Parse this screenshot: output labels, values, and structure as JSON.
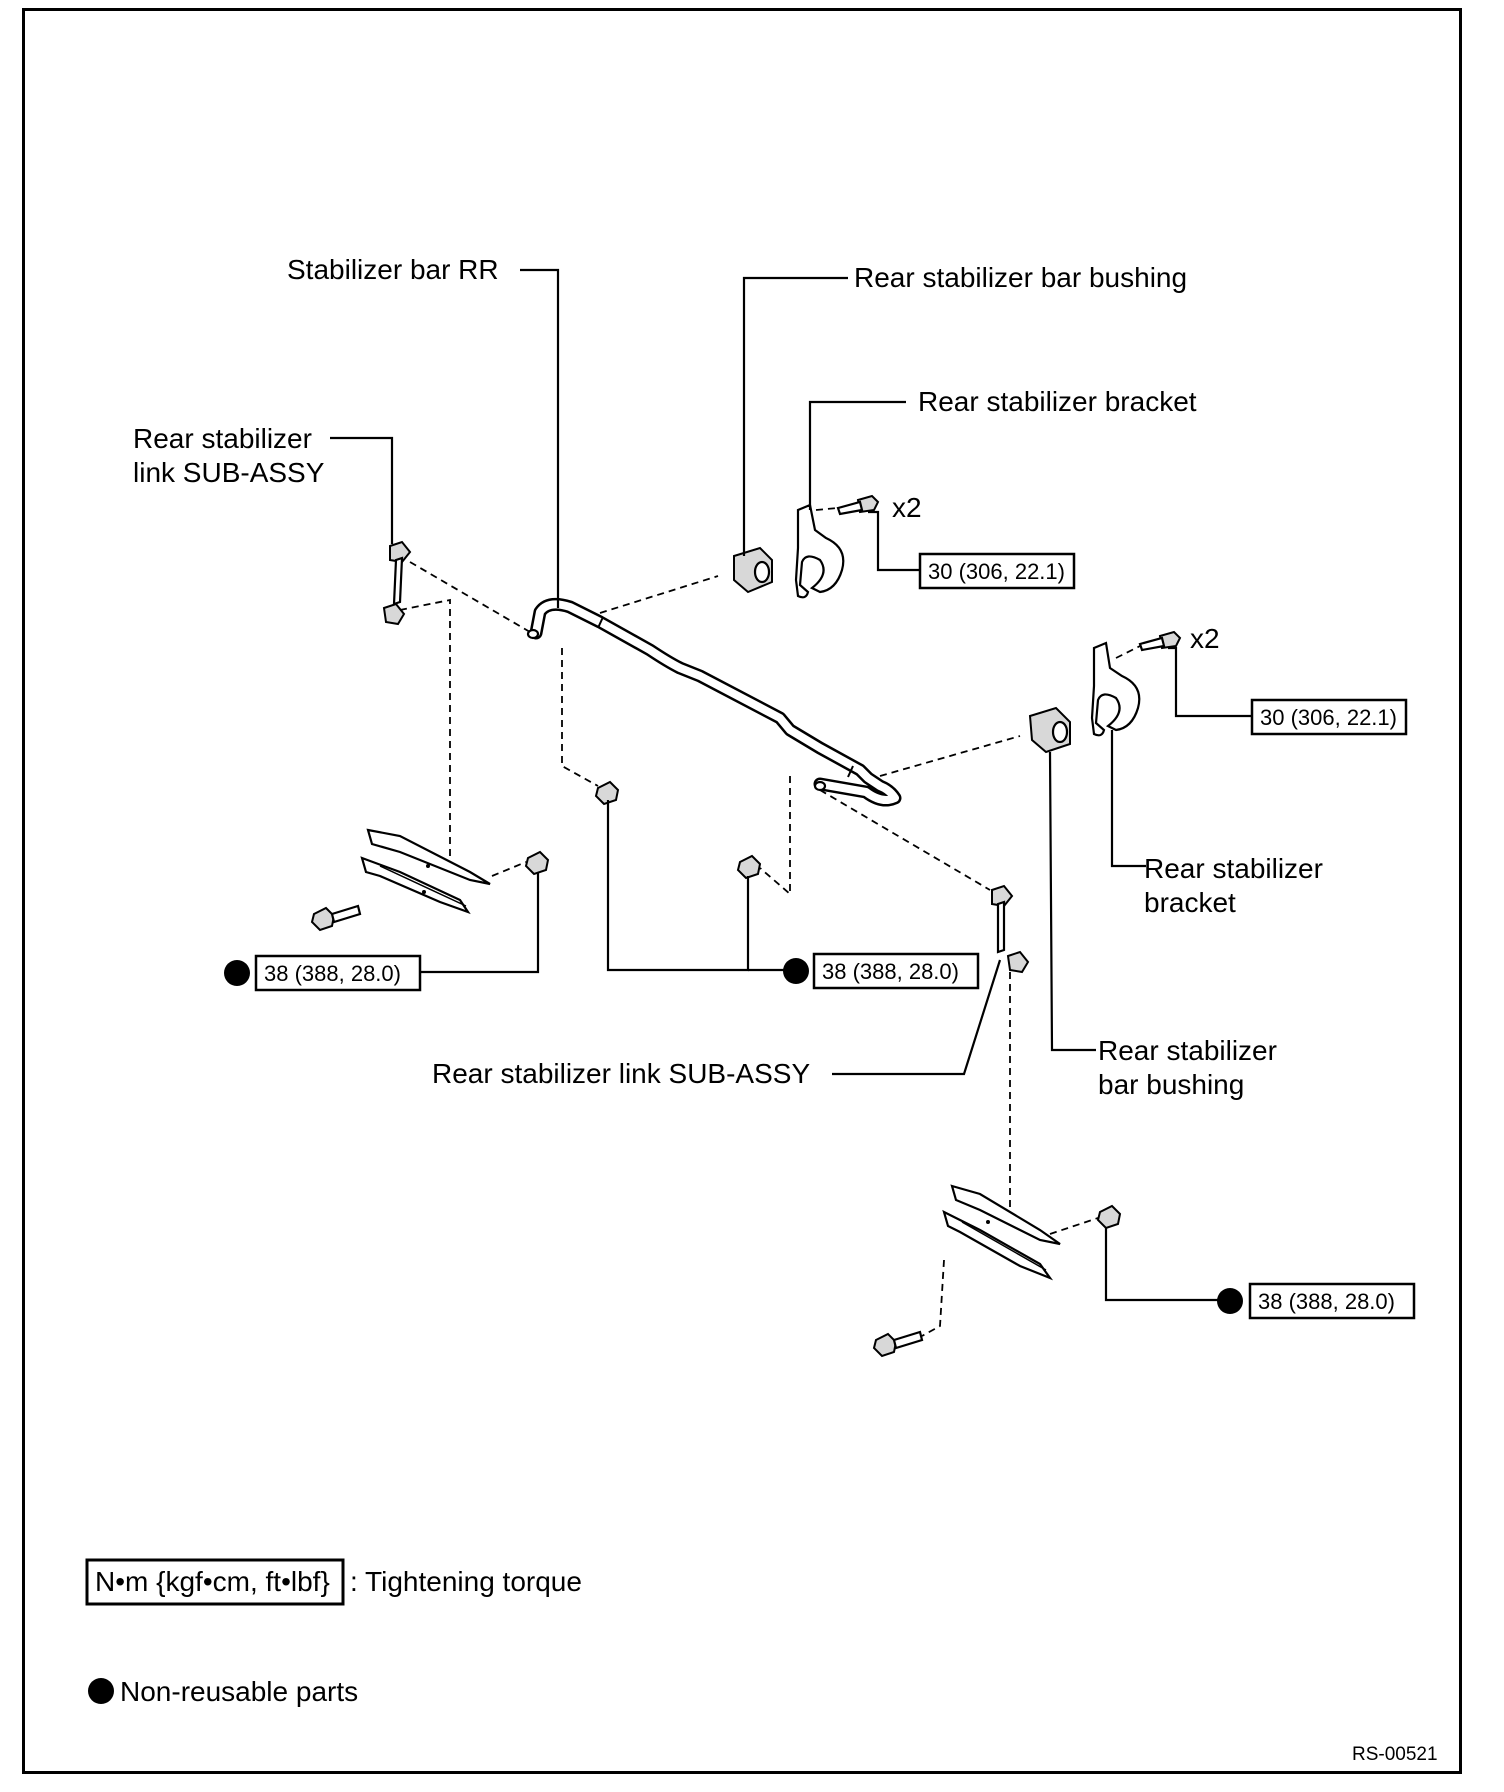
{
  "labels": {
    "stabilizer_bar": "Stabilizer bar RR",
    "bushing_top": "Rear stabilizer bar bushing",
    "bracket_top": "Rear stabilizer bracket",
    "link_left_line1": "Rear stabilizer",
    "link_left_line2": "link SUB-ASSY",
    "bracket_right_line1": "Rear stabilizer",
    "bracket_right_line2": "bracket",
    "link_bottom": "Rear stabilizer link SUB-ASSY",
    "bushing_right_line1": "Rear stabilizer",
    "bushing_right_line2": "bar bushing"
  },
  "quantities": {
    "bolt_top": "x2",
    "bolt_right": "x2"
  },
  "torque": {
    "bracket_top": "30 (306, 22.1)",
    "bracket_right": "30 (306, 22.1)",
    "link_left_lower": "38 (388, 28.0)",
    "link_center": "38 (388, 28.0)",
    "link_bottom_lower": "38 (388, 28.0)"
  },
  "legend": {
    "torque_unit": "N•m {kgf•cm, ft•lbf}",
    "torque_desc": ": Tightening torque",
    "nonreusable": "Non-reusable parts"
  },
  "figure_code": "RS-00521"
}
